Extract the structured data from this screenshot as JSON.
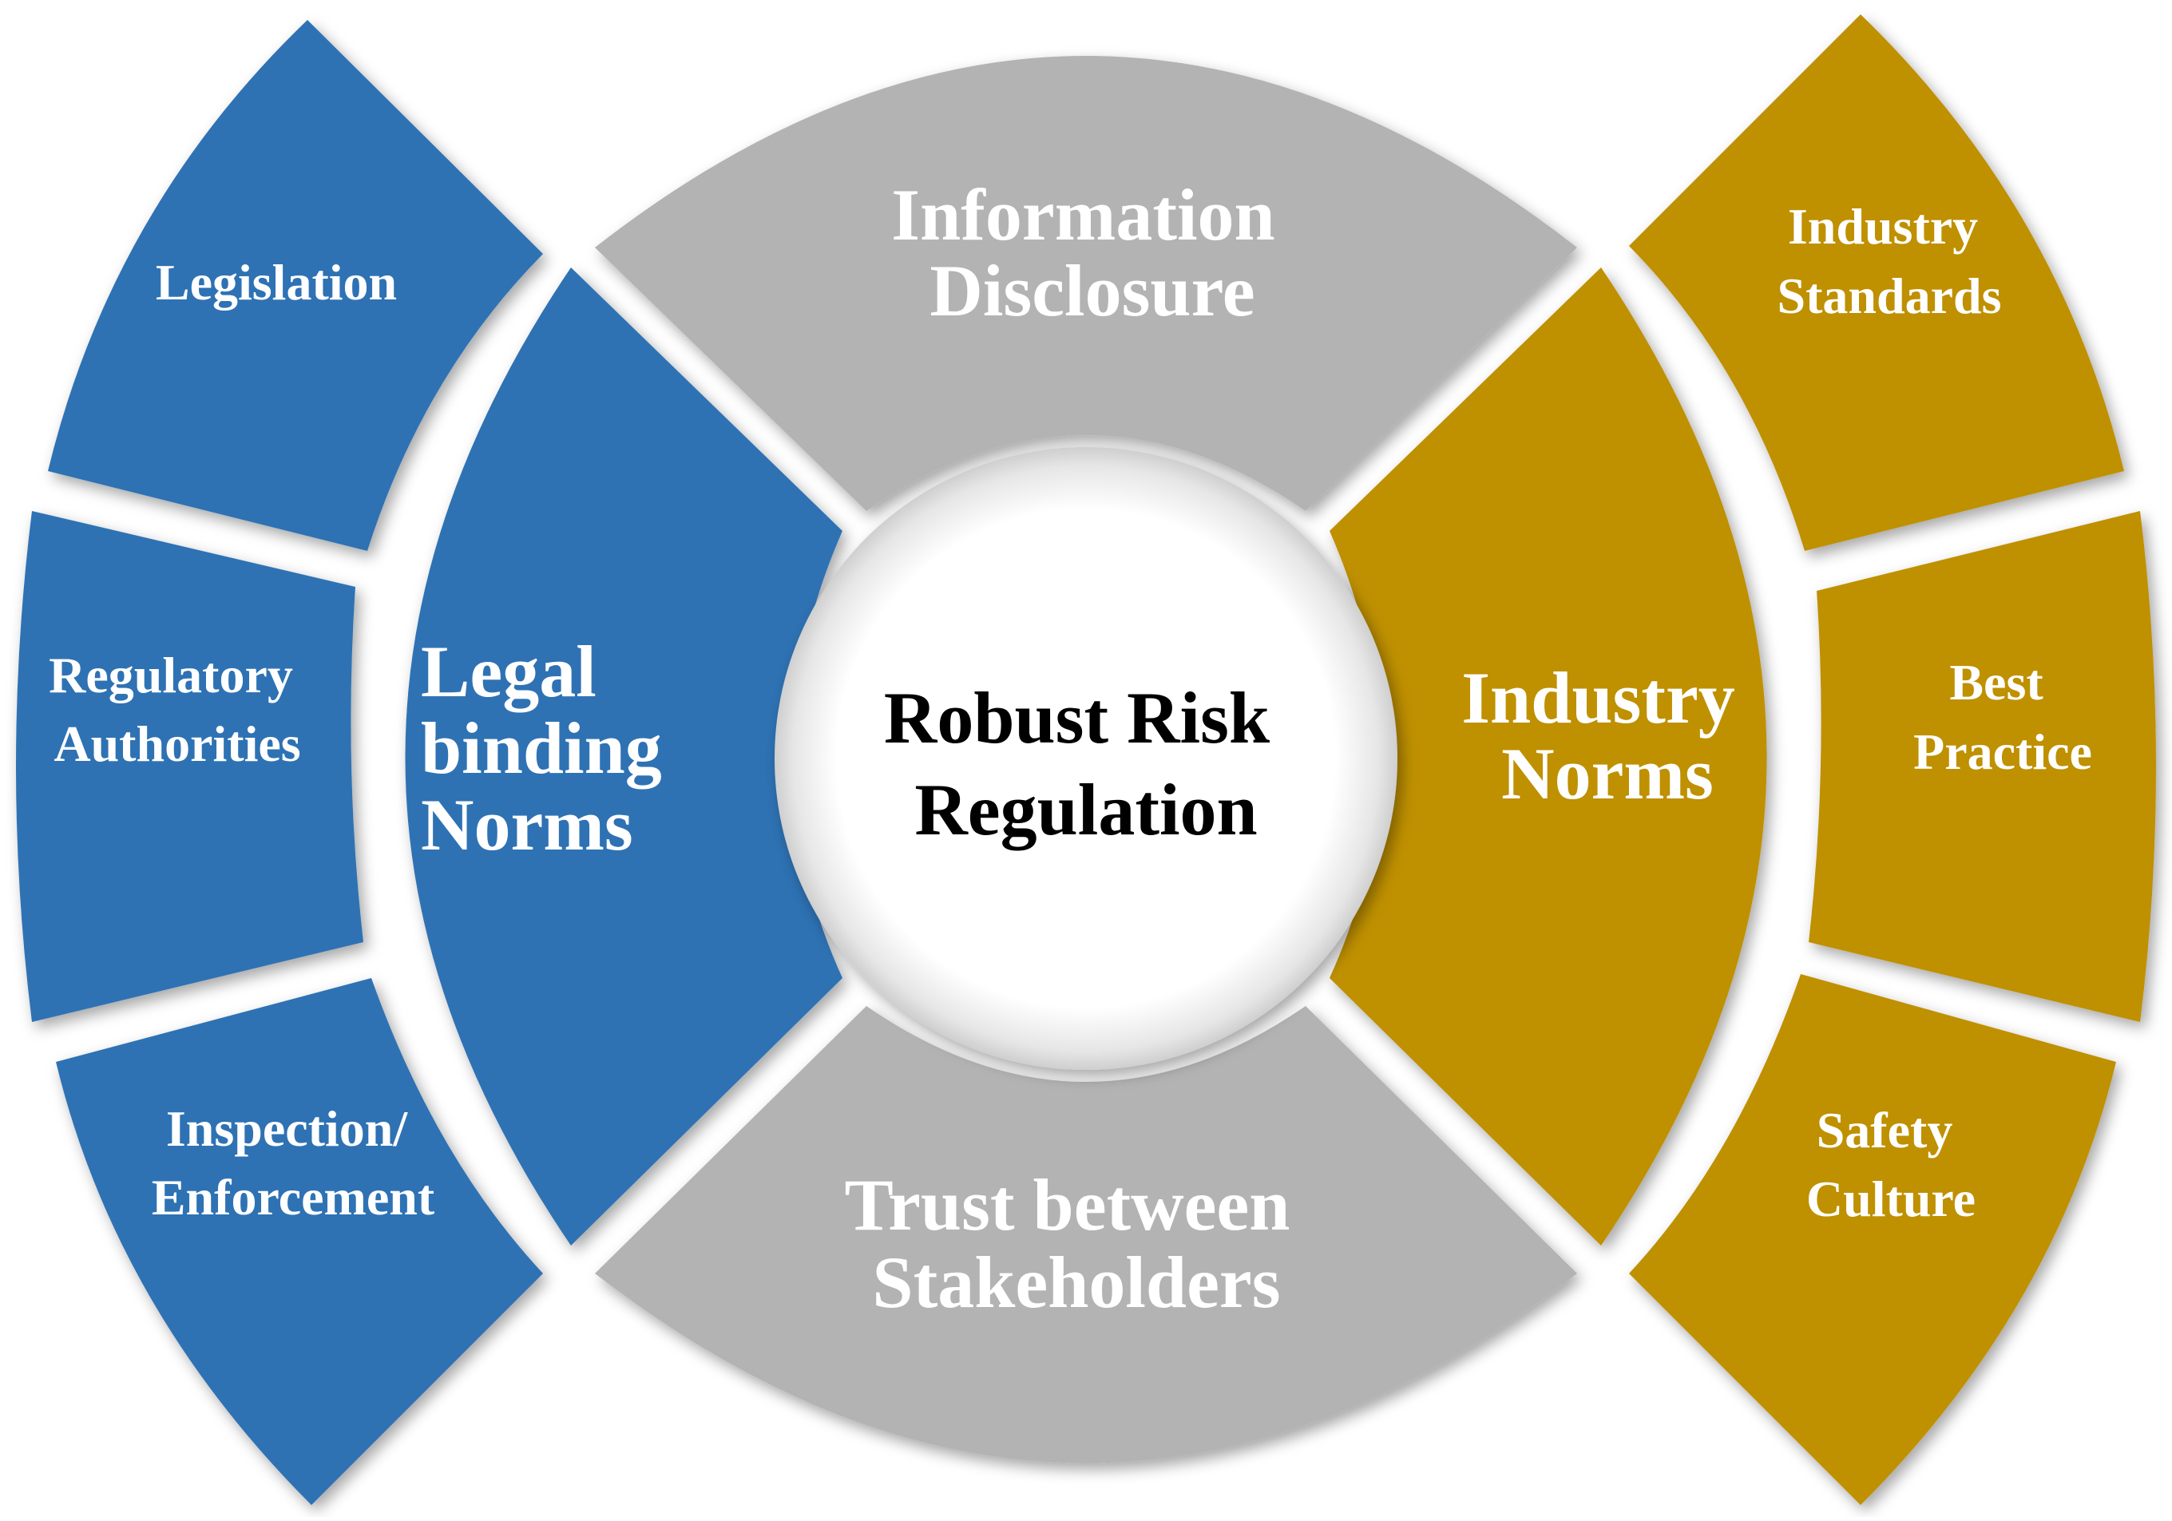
{
  "center": {
    "title_line1": "Robust Risk",
    "title_line2": "Regulation"
  },
  "inner_ring": {
    "top": {
      "line1": "Information",
      "line2": "Disclosure"
    },
    "bottom": {
      "line1": "Trust between",
      "line2": "Stakeholders"
    },
    "left": {
      "line1": "Legal",
      "line2": "binding",
      "line3": "Norms"
    },
    "right": {
      "line1": "Industry",
      "line2": "Norms"
    }
  },
  "outer_left": {
    "item1": {
      "line1": "Legislation"
    },
    "item2": {
      "line1": "Regulatory",
      "line2": "Authorities"
    },
    "item3": {
      "line1": "Inspection/",
      "line2": "Enforcement"
    }
  },
  "outer_right": {
    "item1": {
      "line1": "Industry",
      "line2": "Standards"
    },
    "item2": {
      "line1": "Best",
      "line2": "Practice"
    },
    "item3": {
      "line1": "Safety",
      "line2": "Culture"
    }
  },
  "colors": {
    "blue": "#2e72b4",
    "gold": "#bf9000",
    "gray": "#b3b3b3",
    "center_fill": "#ffffff"
  }
}
